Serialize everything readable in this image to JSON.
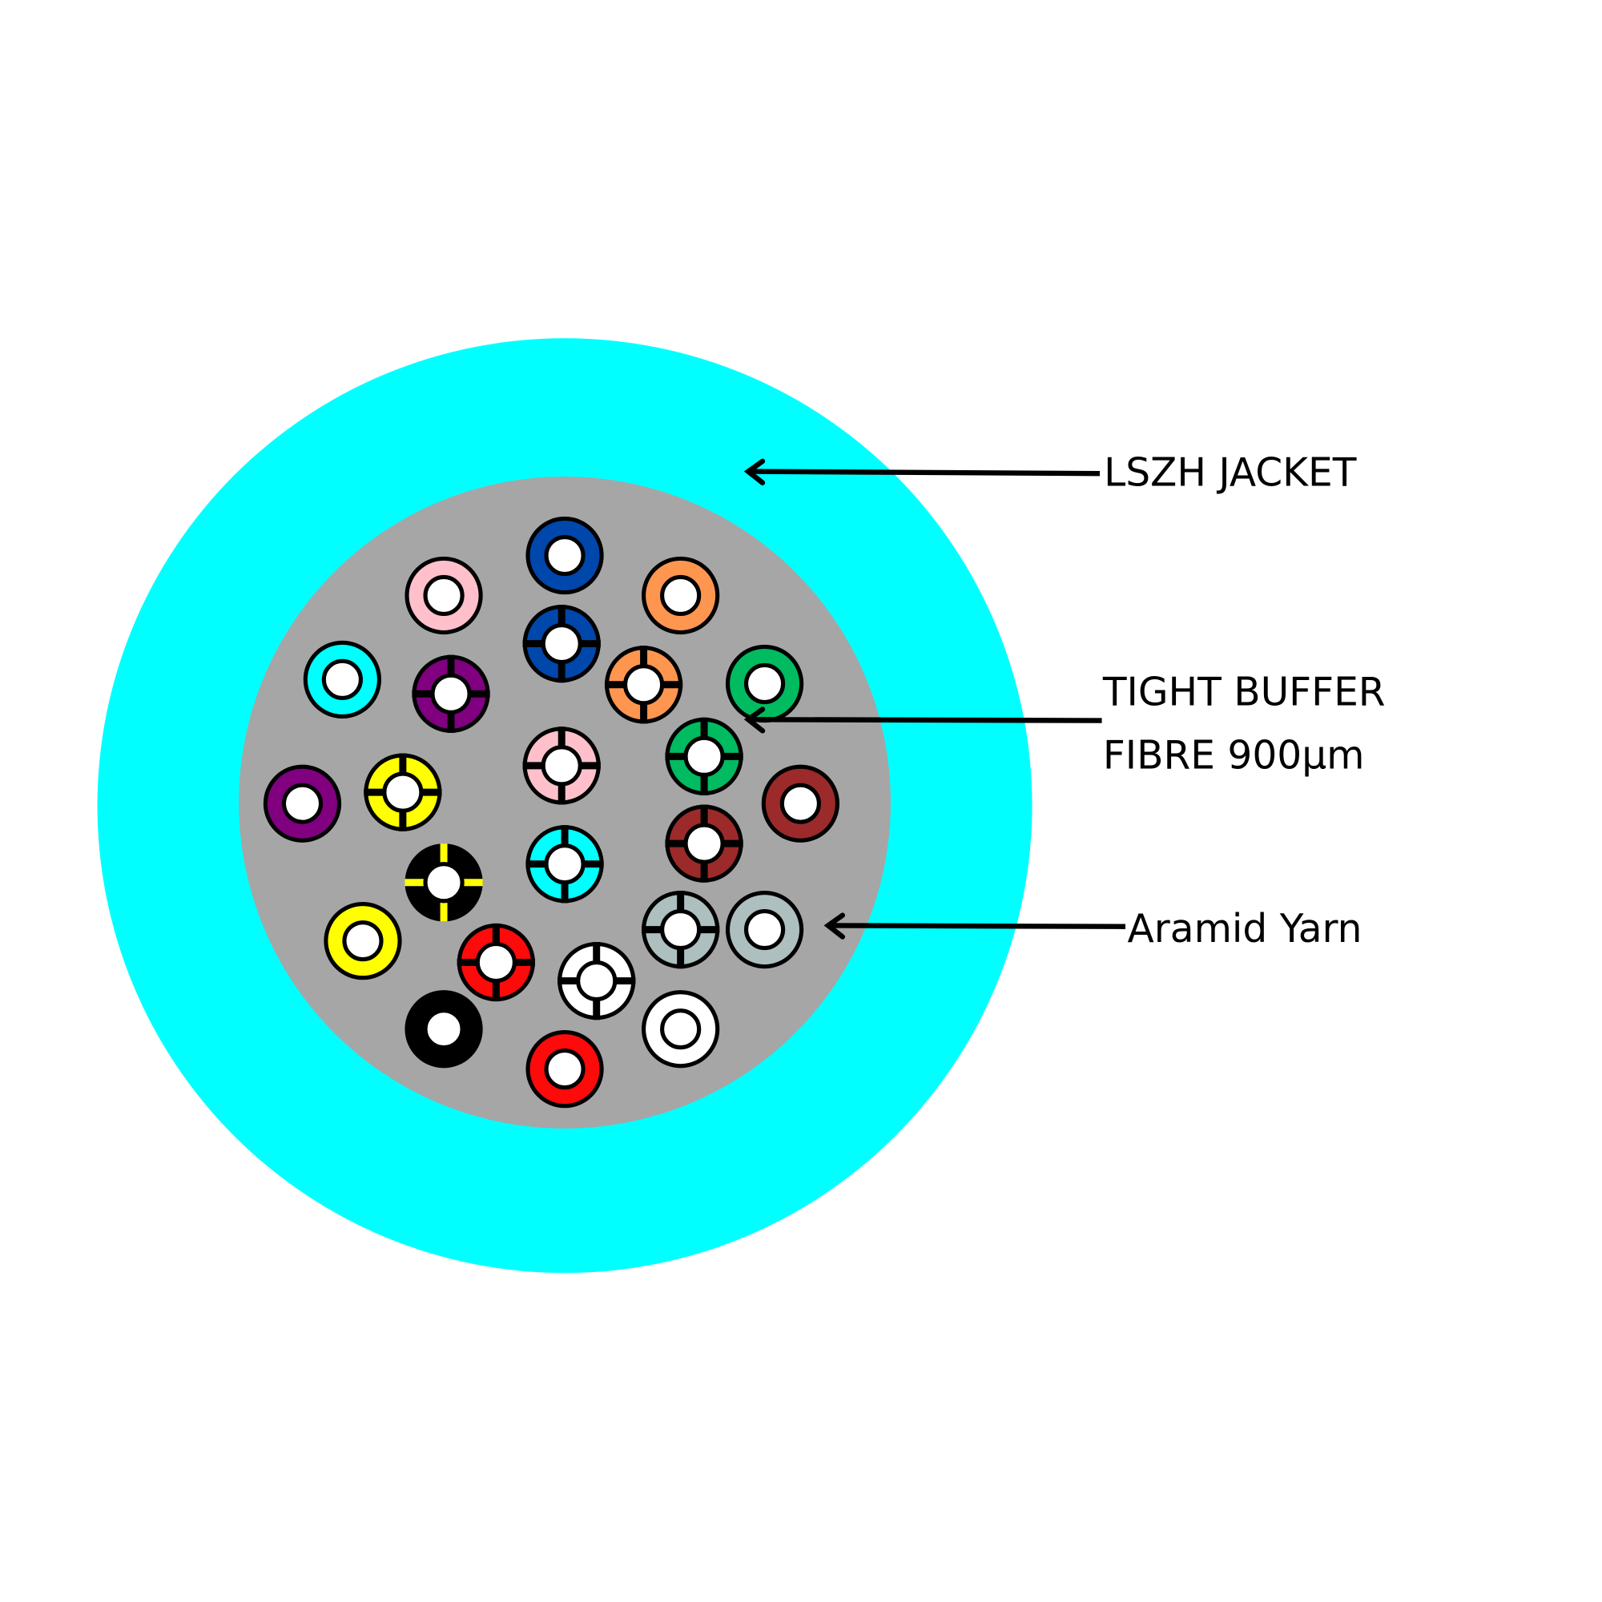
{
  "colors": {
    "jacket": "#00ffff",
    "aramid": "#a6a6a6",
    "core": "#ffffff",
    "outline": "#000000",
    "stripe": "#000000"
  },
  "labels": {
    "jacket": "LSZH JACKET",
    "buffer_line1": "TIGHT BUFFER",
    "buffer_line2": "FIBRE 900μm",
    "aramid": "Aramid Yarn"
  },
  "fibres": [
    {
      "color": "#0047ab",
      "striped": false
    },
    {
      "color": "#ffc0cb",
      "striped": false
    },
    {
      "color": "#ff9650",
      "striped": false
    },
    {
      "color": "#0047ab",
      "striped": true
    },
    {
      "color": "#00ffff",
      "striped": false
    },
    {
      "color": "#800080",
      "striped": true
    },
    {
      "color": "#ff9650",
      "striped": true
    },
    {
      "color": "#00bb60",
      "striped": false
    },
    {
      "color": "#00bb60",
      "striped": true
    },
    {
      "color": "#ffc0cb",
      "striped": true
    },
    {
      "color": "#800080",
      "striped": false
    },
    {
      "color": "#ffff00",
      "striped": true
    },
    {
      "color": "#9c2a2a",
      "striped": false
    },
    {
      "color": "#9c2a2a",
      "striped": true
    },
    {
      "color": "#00ffff",
      "striped": true
    },
    {
      "color": "#000000",
      "striped": true,
      "stripe_color": "#ffff00"
    },
    {
      "color": "#ffff00",
      "striped": false
    },
    {
      "color": "#adbfbf",
      "striped": true
    },
    {
      "color": "#adbfbf",
      "striped": false
    },
    {
      "color": "#ff0a0a",
      "striped": true
    },
    {
      "color": "#ffffff",
      "striped": true
    },
    {
      "color": "#000000",
      "striped": false
    },
    {
      "color": "#ffffff",
      "striped": false
    },
    {
      "color": "#ff0a0a",
      "striped": false
    }
  ]
}
